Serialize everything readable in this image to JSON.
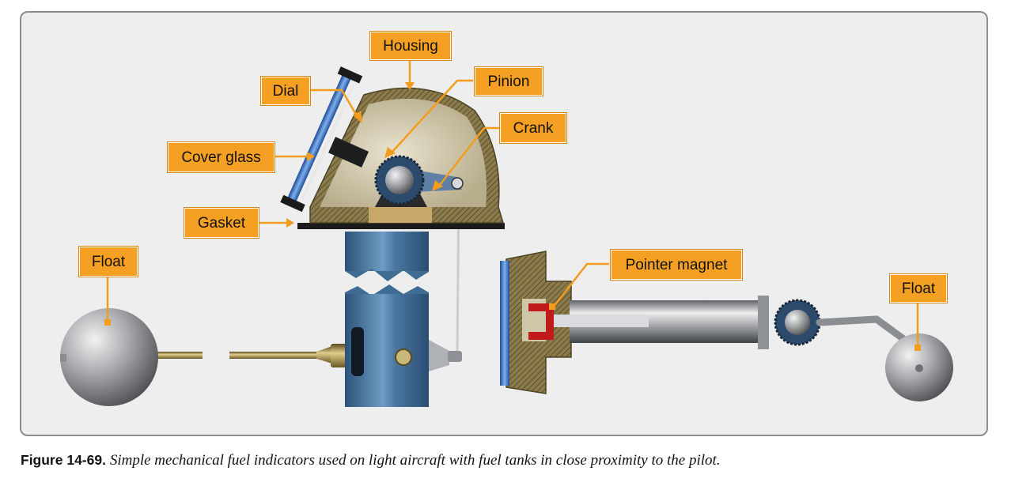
{
  "labels": {
    "housing": "Housing",
    "dial": "Dial",
    "pinion": "Pinion",
    "crank": "Crank",
    "cover_glass": "Cover glass",
    "gasket": "Gasket",
    "float_left": "Float",
    "pointer_magnet": "Pointer magnet",
    "float_right": "Float"
  },
  "caption": {
    "label": "Figure 14-69.",
    "text": "Simple mechanical fuel indicators used on light aircraft with fuel tanks in close proximity to the pilot."
  },
  "colors": {
    "callout": "#f6a023",
    "leader": "#f39c1e",
    "housing_shell": "#8a7a4c",
    "steel": "#9ea2a6",
    "blue_body": "#3f6c93",
    "glass": "#2e63b8",
    "magnet": "#c11a1a"
  }
}
